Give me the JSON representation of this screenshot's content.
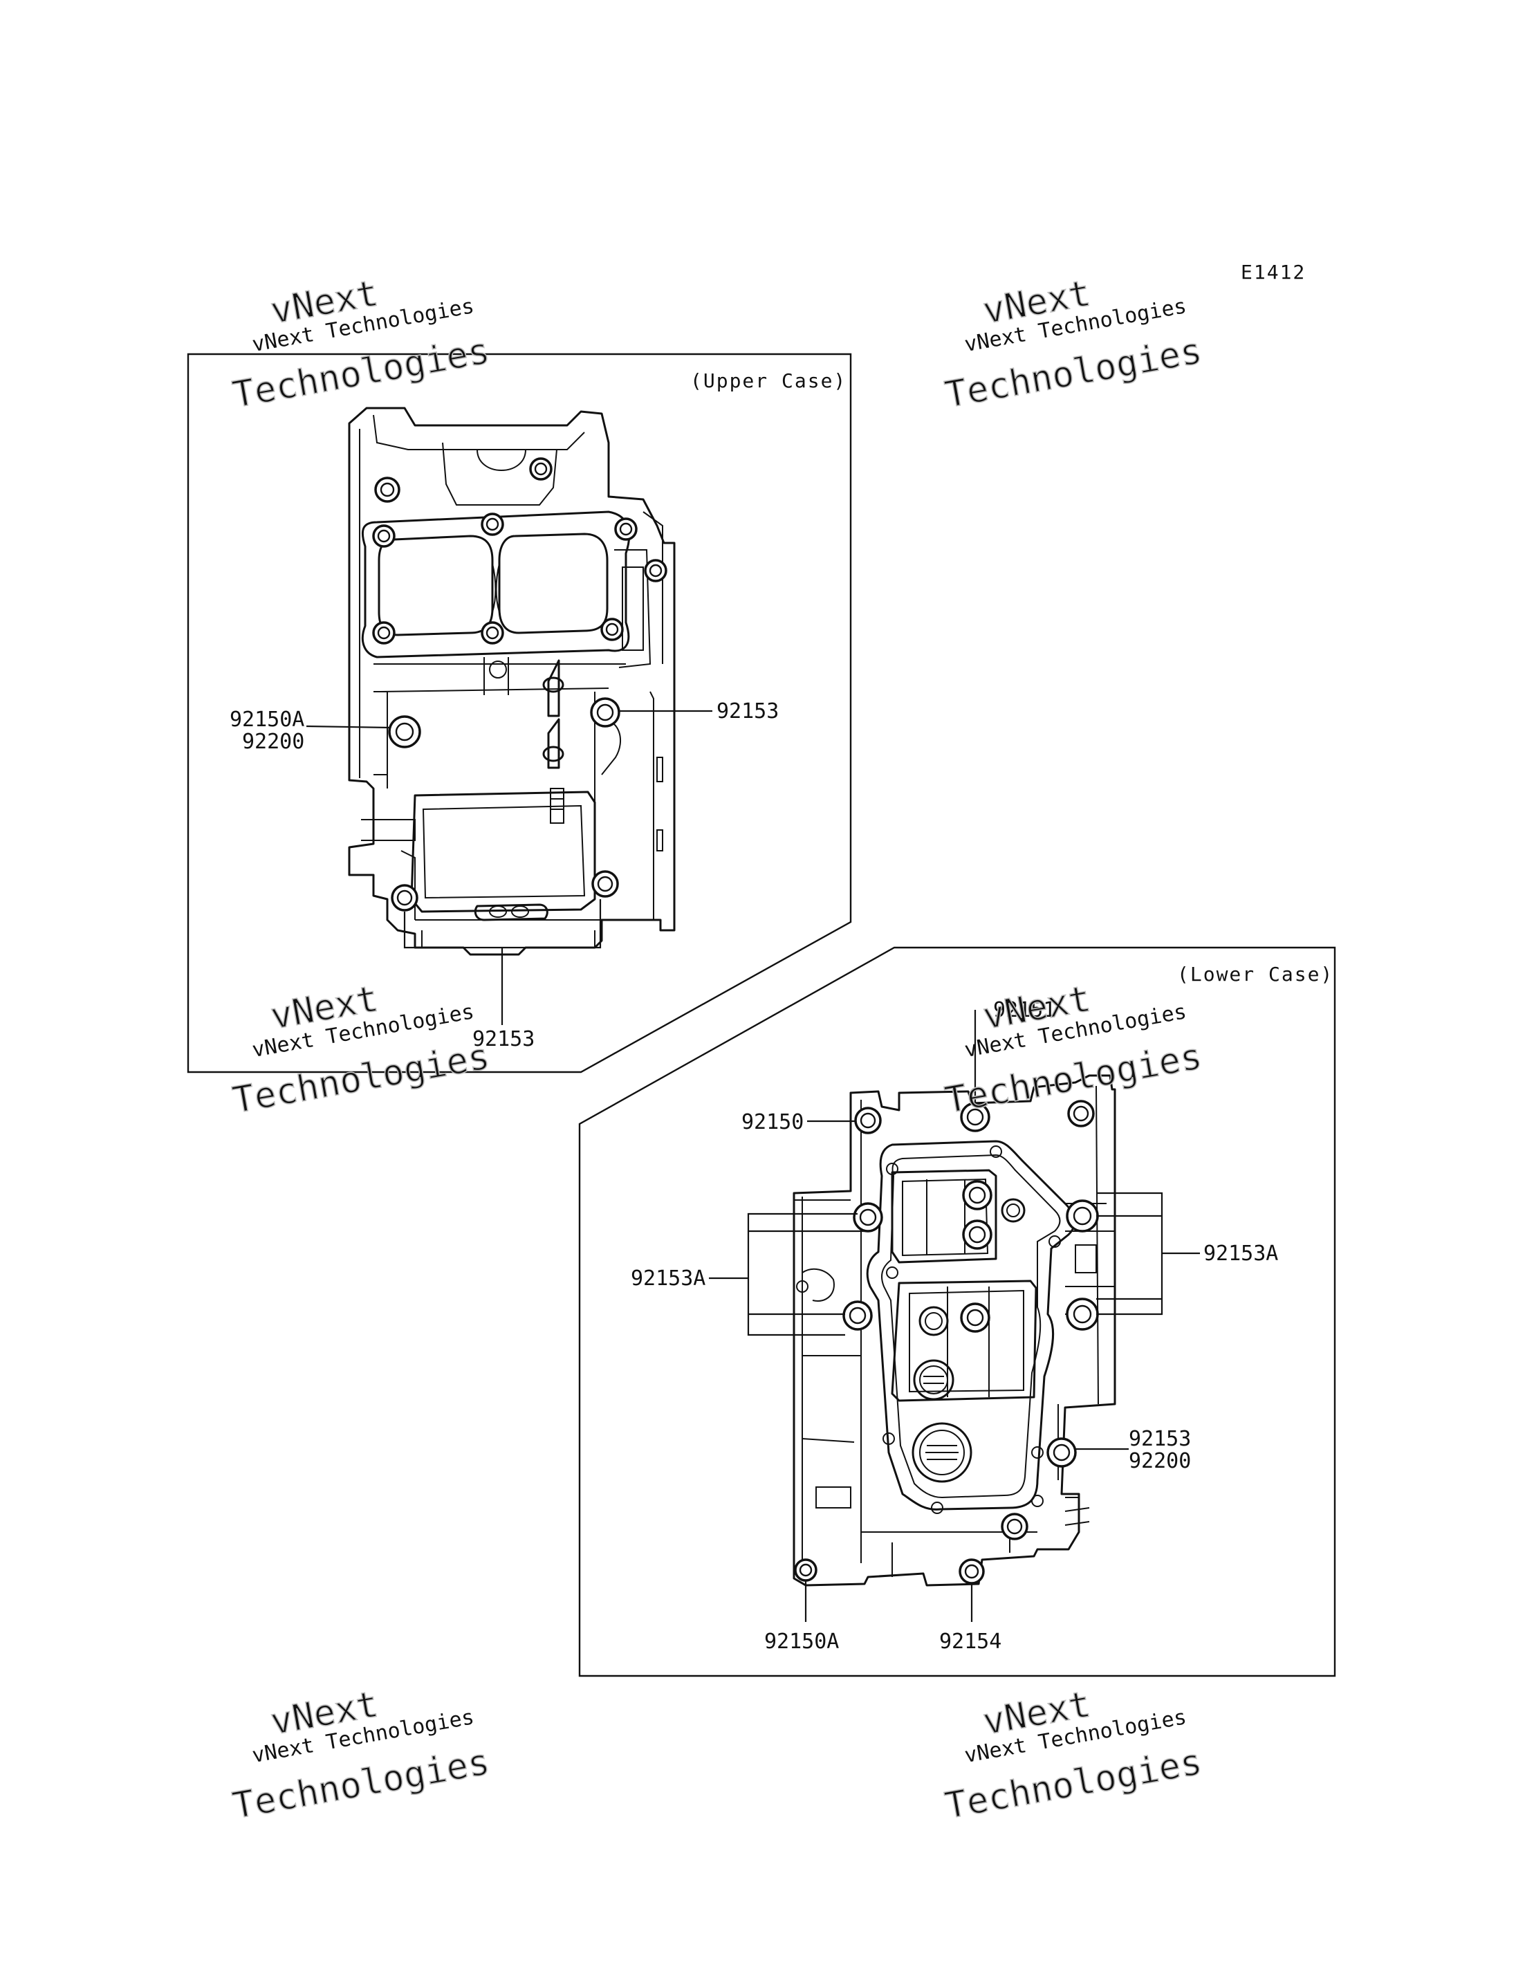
{
  "diagram": {
    "code": "E1412",
    "panels": {
      "upper": {
        "title": "(Upper Case)"
      },
      "lower": {
        "title": "(Lower Case)"
      }
    },
    "callouts": {
      "upper_92150a": "92150A",
      "upper_92200": "92200",
      "upper_92153_right": "92153",
      "upper_92153_bottom": "92153",
      "lower_92151": "92151",
      "lower_92150": "92150",
      "lower_92153a_left": "92153A",
      "lower_92153a_right": "92153A",
      "lower_92153": "92153",
      "lower_92200": "92200",
      "lower_92150a": "92150A",
      "lower_92154": "92154"
    },
    "watermark": {
      "line1": "vNext",
      "line2": "vNext Technologies",
      "line3": "Technologies"
    }
  }
}
